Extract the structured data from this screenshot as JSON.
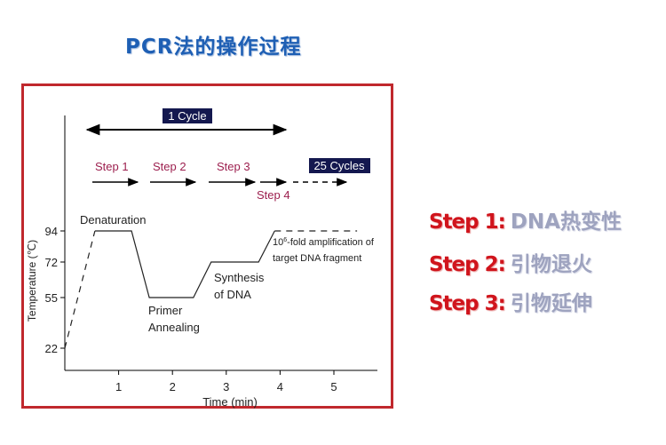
{
  "title": "PCR法的操作过程",
  "colors": {
    "title": "#1e5fb4",
    "frame": "#c0282d",
    "step_label": "#9c1f4e",
    "badge_bg": "#14184f",
    "legend_step": "#d0141c",
    "legend_desc": "#9ea3bf"
  },
  "diagram": {
    "cycle_label": "1 Cycle",
    "cycles_label": "25 Cycles",
    "steps": [
      "Step 1",
      "Step 2",
      "Step 3",
      "Step 4"
    ],
    "annotations": {
      "denaturation": "Denaturation",
      "primer_line1": "Primer",
      "primer_line2": "Annealing",
      "synthesis_line1": "Synthesis",
      "synthesis_line2": "of DNA",
      "amplification_line1_prefix": "10",
      "amplification_line1_sup": "6",
      "amplification_line1_suffix": "-fold amplification of",
      "amplification_line2": "target DNA fragment"
    }
  },
  "chart_data": {
    "type": "line",
    "title": "",
    "xlabel": "Time (min)",
    "ylabel": "Temperature (℃)",
    "x_ticks": [
      1,
      2,
      3,
      4,
      5
    ],
    "y_ticks": [
      22,
      55,
      72,
      94
    ],
    "xlim": [
      0,
      5.8
    ],
    "grid": false,
    "series": [
      {
        "name": "warm-up",
        "style": "dashed",
        "points": [
          [
            0,
            22
          ],
          [
            0.56,
            94
          ]
        ]
      },
      {
        "name": "cycle",
        "style": "solid",
        "points": [
          [
            0.56,
            94
          ],
          [
            1.24,
            94
          ],
          [
            1.57,
            55
          ],
          [
            2.39,
            55
          ],
          [
            2.72,
            72
          ],
          [
            3.6,
            72
          ],
          [
            3.9,
            94
          ]
        ]
      },
      {
        "name": "repeat",
        "style": "dashed",
        "points": [
          [
            3.9,
            94
          ],
          [
            5.43,
            94
          ]
        ]
      }
    ]
  },
  "legend": [
    {
      "step": "Step 1:",
      "desc": "DNA热变性"
    },
    {
      "step": "Step 2:",
      "desc": "引物退火"
    },
    {
      "step": "Step 3:",
      "desc": "引物延伸"
    }
  ]
}
